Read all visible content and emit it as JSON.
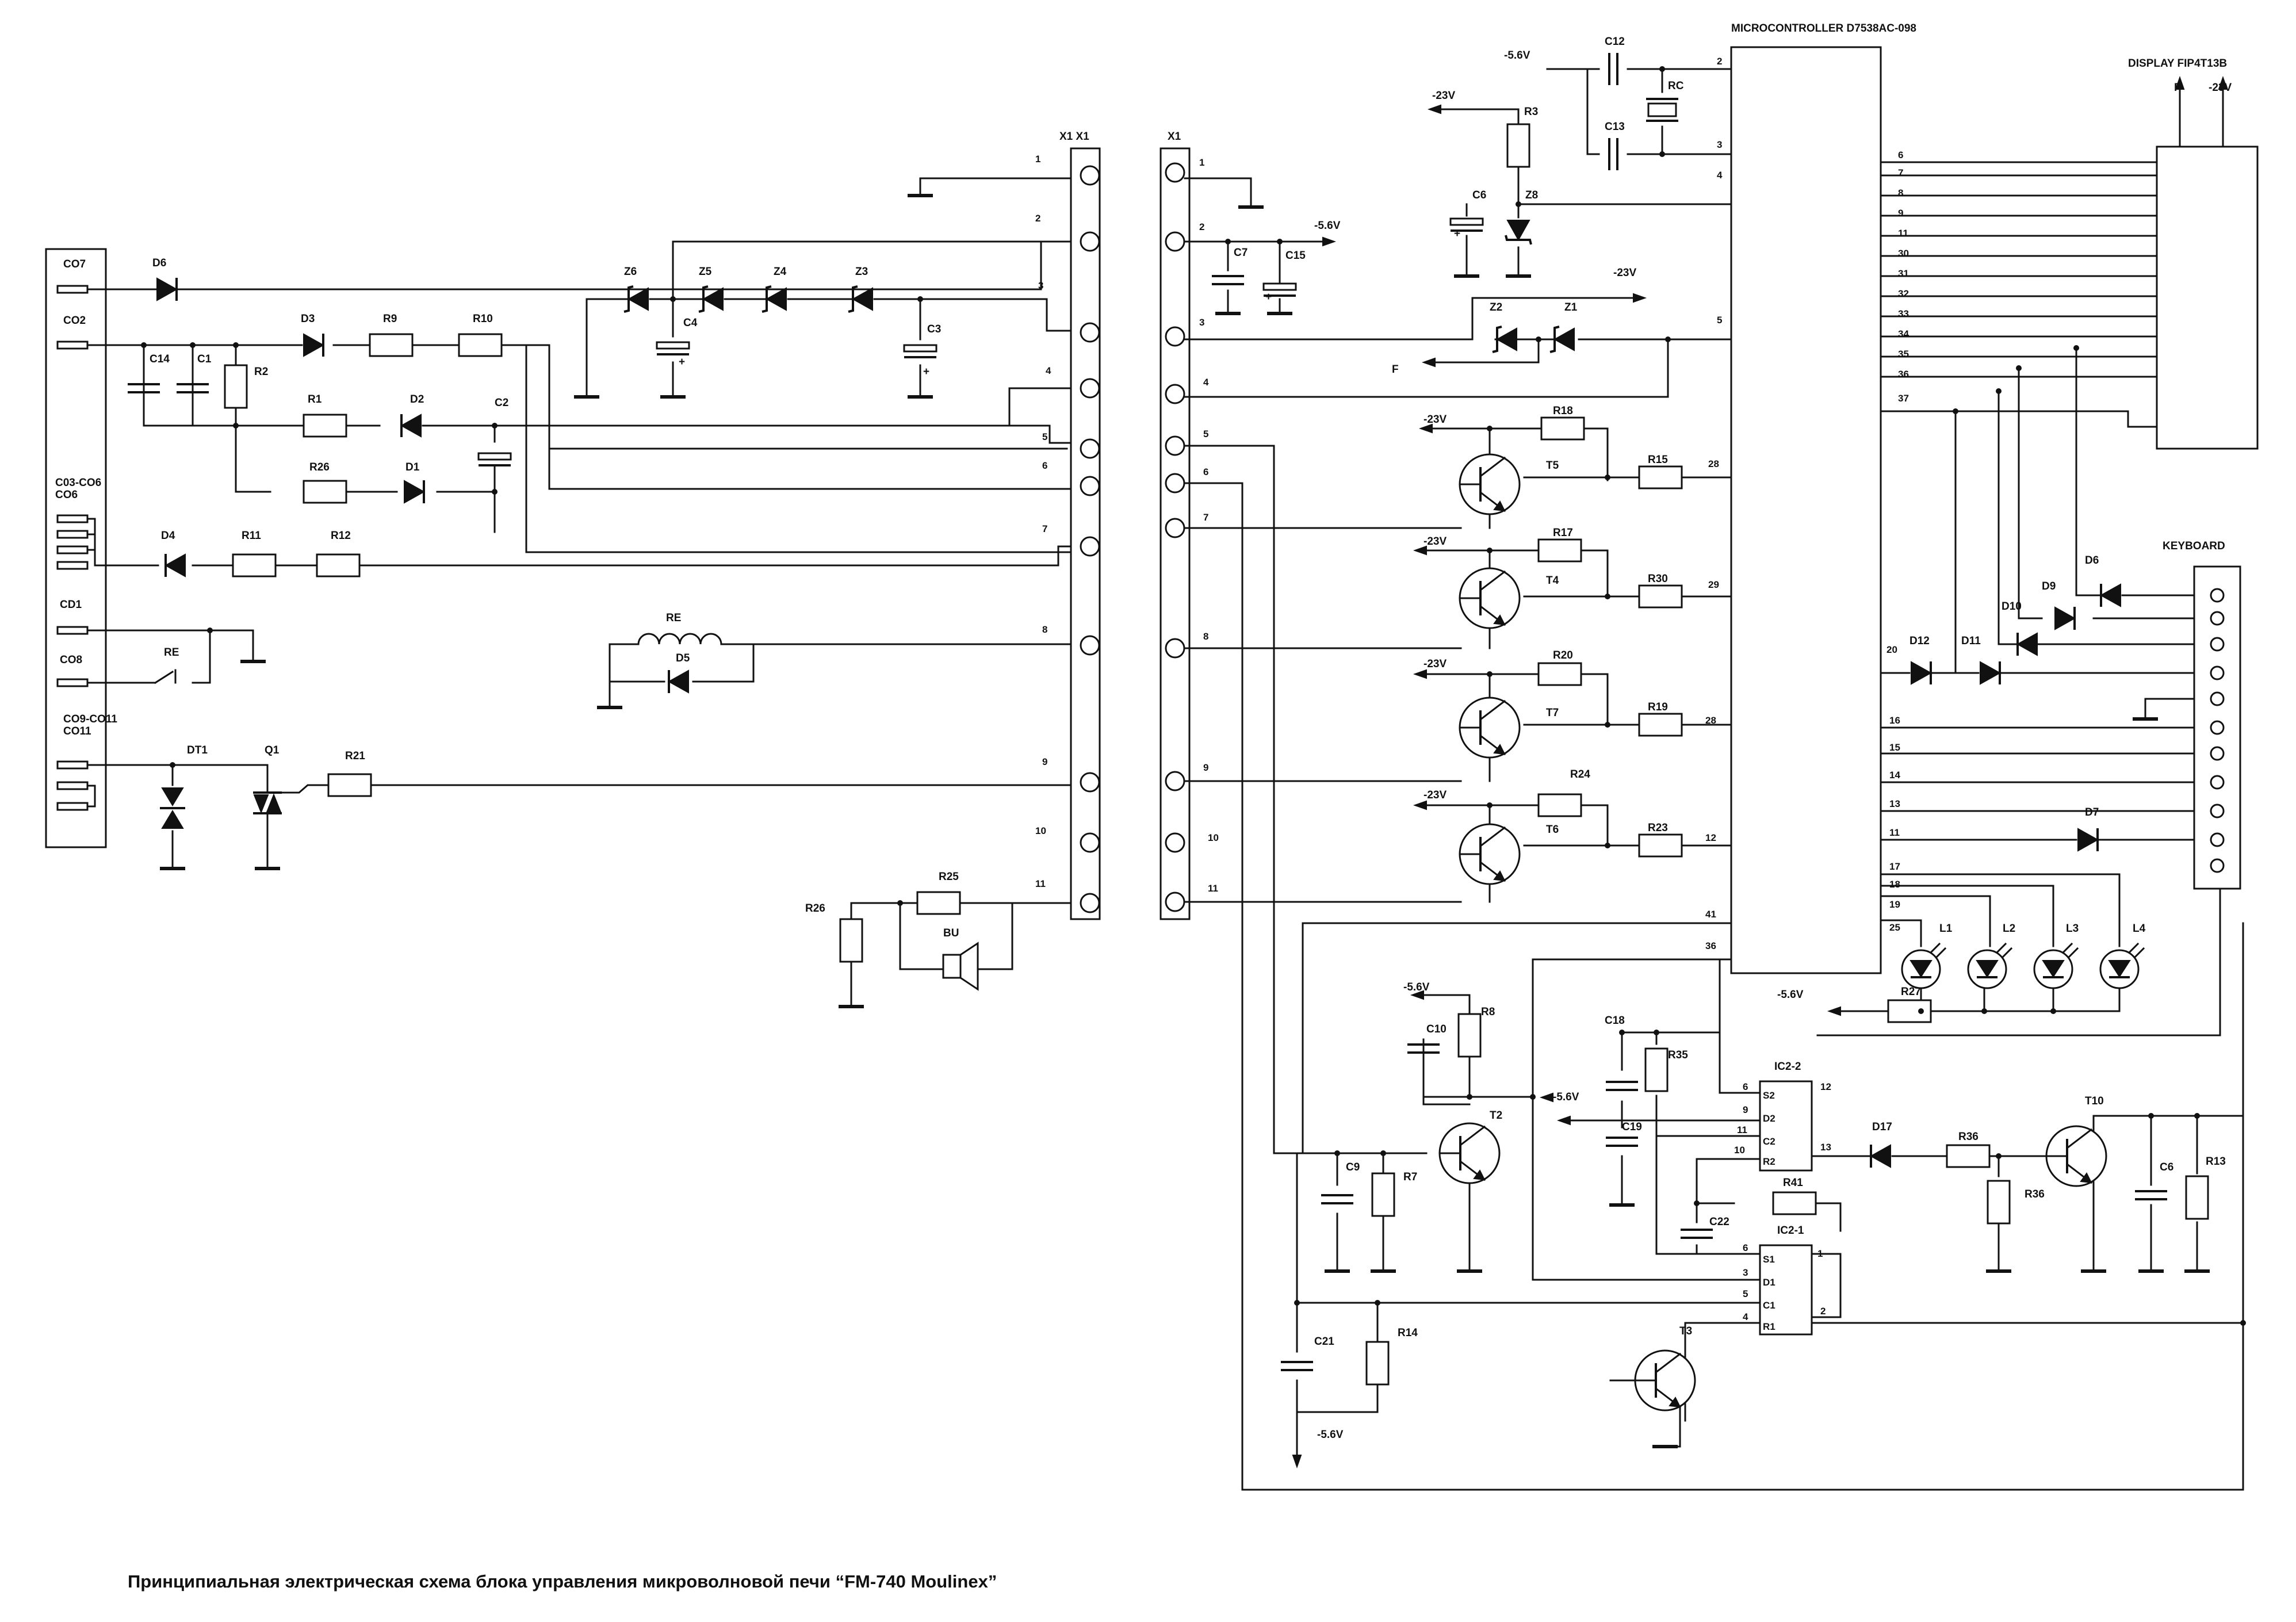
{
  "title": "Принципиальная электрическая схема блока управления микроволновой печи “FM-740 Moulinex”",
  "blocks": {
    "microcontroller": "MICROCONTROLLER D7538AC-098",
    "display": "DISPLAY FIP4T13B",
    "keyboard": "KEYBOARD",
    "connector_left": "X1 X1",
    "connector_right": "X1"
  },
  "left_terminals": [
    "CO7",
    "CO2",
    "C03-CO6",
    "CD1",
    "CO8",
    "CO9-CO11"
  ],
  "power": {
    "v56": "-5.6V",
    "v23": "-23V",
    "f": "F"
  },
  "components": {
    "D6": "D6",
    "D3": "D3",
    "D2": "D2",
    "D1": "D1",
    "D4": "D4",
    "D5": "D5",
    "D7": "D7",
    "D9": "D9",
    "D10": "D10",
    "D11": "D11",
    "D12": "D12",
    "D17": "D17",
    "R1": "R1",
    "R2": "R2",
    "R3": "R3",
    "R7": "R7",
    "R8": "R8",
    "R9": "R9",
    "R10": "R10",
    "R11": "R11",
    "R12": "R12",
    "R13": "R13",
    "R14": "R14",
    "R15": "R15",
    "R17": "R17",
    "R18": "R18",
    "R19": "R19",
    "R20": "R20",
    "R21": "R21",
    "R23": "R23",
    "R24": "R24",
    "R25": "R25",
    "R26": "R26",
    "R27": "R27",
    "R30": "R30",
    "R35": "R35",
    "R36": "R36",
    "R41": "R41",
    "RC": "RC",
    "RE": "RE",
    "BU": "BU",
    "DT1": "DT1",
    "Q1": "Q1",
    "C1": "C1",
    "C2": "C2",
    "C3": "C3",
    "C4": "C4",
    "C6": "C6",
    "C7": "C7",
    "C9": "C9",
    "C10": "C10",
    "C12": "C12",
    "C13": "C13",
    "C14": "C14",
    "C15": "C15",
    "C18": "C18",
    "C19": "C19",
    "C21": "C21",
    "C22": "C22",
    "Z1": "Z1",
    "Z2": "Z2",
    "Z3": "Z3",
    "Z4": "Z4",
    "Z5": "Z5",
    "Z6": "Z6",
    "Z8": "Z8",
    "T2": "T2",
    "T3": "T3",
    "T4": "T4",
    "T5": "T5",
    "T6": "T6",
    "T7": "T7",
    "T10": "T10",
    "IC2_1": "IC2-1",
    "IC2_2": "IC2-2",
    "L1": "L1",
    "L2": "L2",
    "L3": "L3",
    "L4": "L4"
  },
  "connector_pins": [
    "1",
    "2",
    "3",
    "4",
    "5",
    "6",
    "7",
    "8",
    "9",
    "10",
    "11"
  ],
  "mc_pins": {
    "p2": "2",
    "p3": "3",
    "p4": "4",
    "p5": "5",
    "p28a": "28",
    "p29": "29",
    "p28b": "28",
    "p12": "12",
    "p41": "41",
    "p36": "36"
  },
  "display_pins": [
    "6",
    "7",
    "8",
    "9",
    "11",
    "30",
    "31",
    "32",
    "33",
    "34",
    "35",
    "36",
    "37"
  ],
  "key_pins": [
    "20",
    "16",
    "15",
    "14",
    "13",
    "11",
    "17",
    "18",
    "19",
    "25"
  ],
  "ic_pins": {
    "s2": "S2",
    "d2": "D2",
    "c2": "C2",
    "r2": "R2",
    "s1": "S1",
    "d1": "D1",
    "c1": "C1",
    "r1": "R1",
    "n6a": "6",
    "n9": "9",
    "n11": "11",
    "n10": "10",
    "n12": "12",
    "n13": "13",
    "n6b": "6",
    "n3": "3",
    "n5": "5",
    "n4": "4",
    "n1": "1",
    "n2": "2"
  }
}
